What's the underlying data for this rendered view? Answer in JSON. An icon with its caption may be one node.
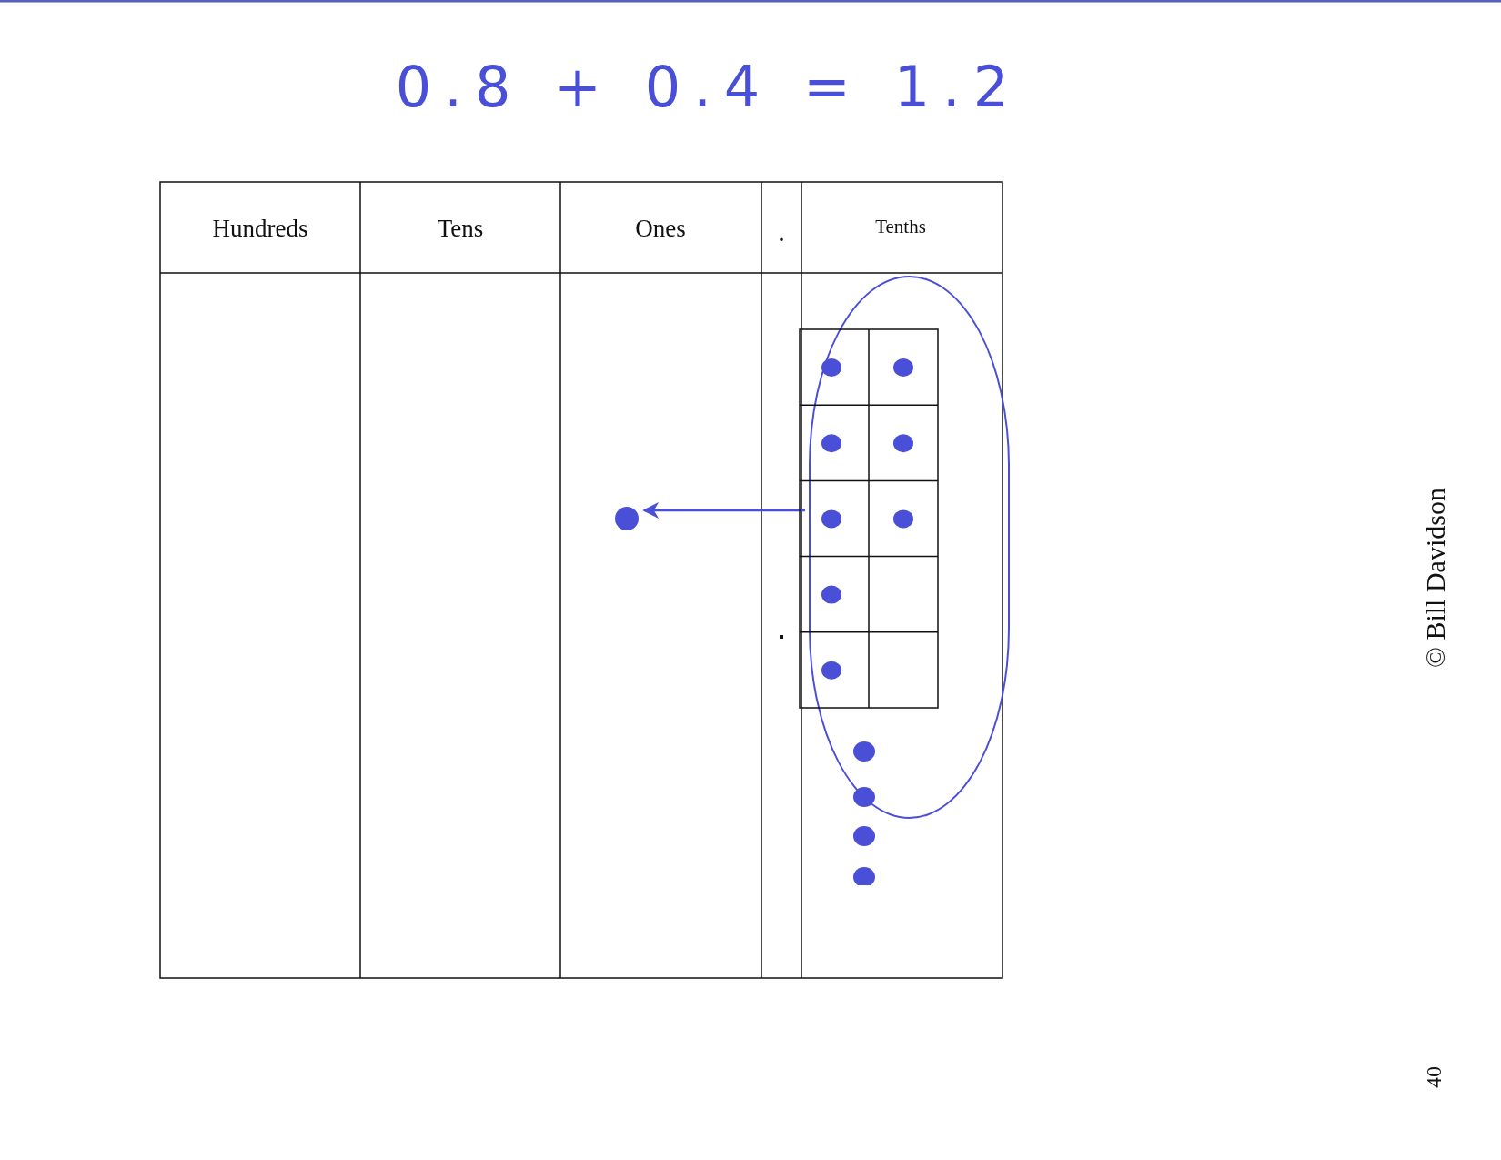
{
  "diagram": {
    "title": "0.8 + 0.4 = 1.2",
    "nodes": [
      {
        "text": [],
        "shape": "oval"
      },
      {
        "text": [],
        "shape": "circle"
      }
    ],
    "edges": [
      {
        "from": 0,
        "to": 1,
        "arrow": "to"
      }
    ],
    "labels": [
      "Hundreds",
      "Tens",
      "Ones",
      ".",
      "Tenths",
      "© Bill Davidson",
      "40"
    ]
  }
}
